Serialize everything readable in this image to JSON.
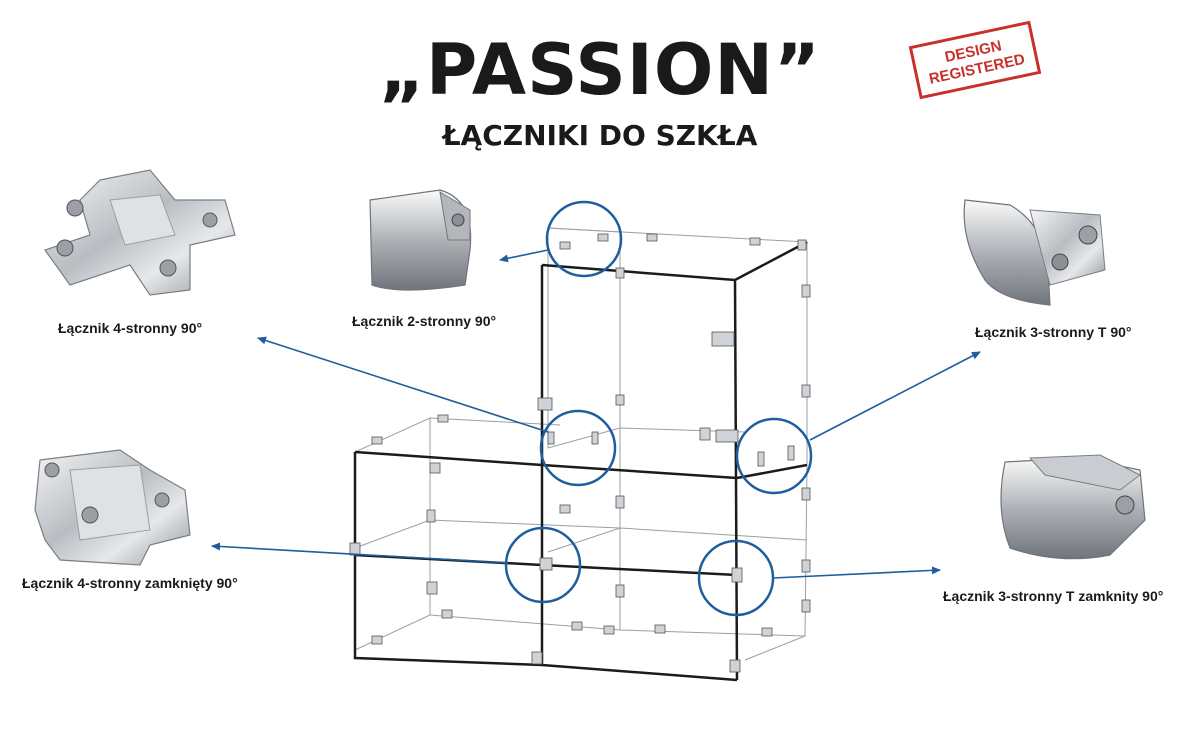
{
  "title": "„PASSION”",
  "subtitle": "ŁĄCZNIKI DO SZKŁA",
  "stamp": {
    "line1": "DESIGN",
    "line2": "REGISTERED"
  },
  "connectors": [
    {
      "label": "Łącznik 4-stronny 90°",
      "icon": "four-way-connector-icon"
    },
    {
      "label": "Łącznik 2-stronny 90°",
      "icon": "two-way-connector-icon"
    },
    {
      "label": "Łącznik 3-stronny T 90°",
      "icon": "three-way-t-connector-icon"
    },
    {
      "label": "Łącznik 4-stronny zamknięty 90°",
      "icon": "four-way-closed-connector-icon"
    },
    {
      "label": "Łącznik 3-stronny T zamknity 90°",
      "icon": "three-way-t-closed-connector-icon"
    }
  ],
  "colors": {
    "callout": "#1f5d9e",
    "stamp": "#c9302c",
    "chrome": "#c8ccd0"
  }
}
